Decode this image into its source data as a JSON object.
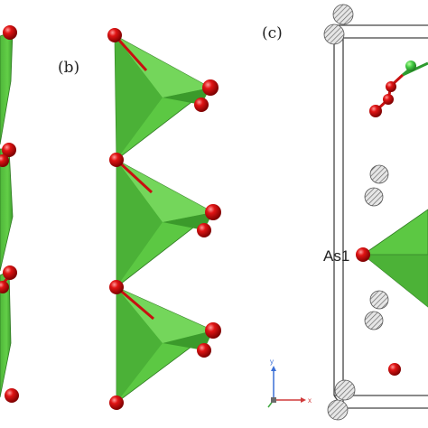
{
  "panels": [
    {
      "id": "b",
      "label": "(b)"
    },
    {
      "id": "c",
      "label": "(c)"
    }
  ],
  "atom_label": "As1",
  "axes": {
    "y": "y",
    "x": "x"
  },
  "colors": {
    "polyhedron_fill": "#57c43f",
    "polyhedron_dark": "#3a9a2c",
    "polyhedron_light": "#7ee065",
    "oxygen_atom": "#e01414",
    "oxygen_highlight": "#ff8a8a",
    "cell_frame": "#444444",
    "hatched_atom": "#7a7a7a",
    "arsenic_bond_atom": "#44cc44",
    "axis_y": "#3b6fd6",
    "axis_x": "#d03a3a",
    "axis_z": "#3fa83f"
  }
}
